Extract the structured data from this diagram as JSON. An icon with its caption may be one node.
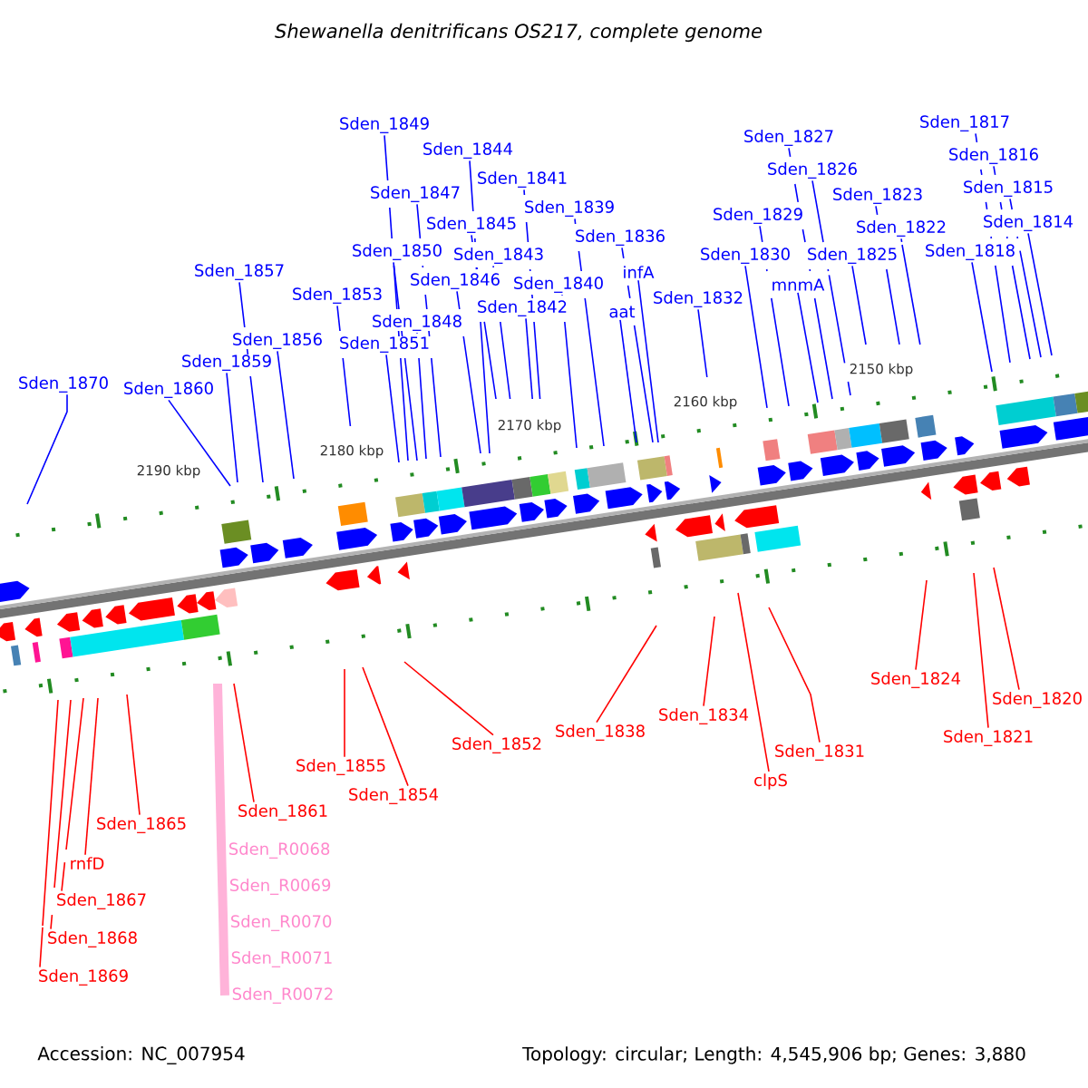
{
  "diagram": {
    "title": "Shewanella denitrificans OS217, complete genome",
    "nodes": [
      {
        "text": [
          "Sden_1817"
        ]
      },
      {
        "text": [
          "Sden_1849"
        ]
      },
      {
        "text": [
          "Sden_1827"
        ]
      },
      {
        "text": [
          "Sden_1844"
        ]
      },
      {
        "text": [
          "Sden_1816"
        ]
      },
      {
        "text": [
          "Sden_1826"
        ]
      },
      {
        "text": [
          "Sden_1841"
        ]
      },
      {
        "text": [
          "Sden_1815"
        ]
      },
      {
        "text": [
          "Sden_1847"
        ]
      },
      {
        "text": [
          "Sden_1823"
        ]
      },
      {
        "text": [
          "Sden_1839"
        ]
      },
      {
        "text": [
          "Sden_1829"
        ]
      },
      {
        "text": [
          "Sden_1814"
        ]
      },
      {
        "text": [
          "Sden_1845"
        ]
      },
      {
        "text": [
          "Sden_1822"
        ]
      },
      {
        "text": [
          "Sden_1836"
        ]
      },
      {
        "text": [
          "Sden_1850"
        ]
      },
      {
        "text": [
          "Sden_1818"
        ]
      },
      {
        "text": [
          "Sden_1843"
        ]
      },
      {
        "text": [
          "Sden_1830"
        ]
      },
      {
        "text": [
          "Sden_1825"
        ]
      },
      {
        "text": [
          "Sden_1857"
        ]
      },
      {
        "text": [
          "infA"
        ]
      },
      {
        "text": [
          "Sden_1846"
        ]
      },
      {
        "text": [
          "Sden_1840"
        ]
      },
      {
        "text": [
          "mnmA"
        ]
      },
      {
        "text": [
          "Sden_1853"
        ]
      },
      {
        "text": [
          "Sden_1832"
        ]
      },
      {
        "text": [
          "Sden_1842"
        ]
      },
      {
        "text": [
          "aat"
        ]
      },
      {
        "text": [
          "Sden_1848"
        ]
      },
      {
        "text": [
          "Sden_1856"
        ]
      },
      {
        "text": [
          "Sden_1851"
        ]
      },
      {
        "text": [
          "Sden_1859"
        ]
      },
      {
        "text": [
          "Sden_1870"
        ]
      },
      {
        "text": [
          "Sden_1860"
        ]
      },
      {
        "text": [
          "Sden_1824"
        ]
      },
      {
        "text": [
          "Sden_1820"
        ]
      },
      {
        "text": [
          "Sden_1834"
        ]
      },
      {
        "text": [
          "Sden_1838"
        ]
      },
      {
        "text": [
          "Sden_1821"
        ]
      },
      {
        "text": [
          "Sden_1852"
        ]
      },
      {
        "text": [
          "Sden_1831"
        ]
      },
      {
        "text": [
          "Sden_1855"
        ]
      },
      {
        "text": [
          "clpS"
        ]
      },
      {
        "text": [
          "Sden_1854"
        ]
      },
      {
        "text": [
          "Sden_1861"
        ]
      },
      {
        "text": [
          "Sden_1865"
        ]
      },
      {
        "text": [
          "Sden_R0068"
        ]
      },
      {
        "text": [
          "rnfD"
        ]
      },
      {
        "text": [
          "Sden_R0069"
        ]
      },
      {
        "text": [
          "Sden_1867"
        ]
      },
      {
        "text": [
          "Sden_R0070"
        ]
      },
      {
        "text": [
          "Sden_1868"
        ]
      },
      {
        "text": [
          "Sden_R0071"
        ]
      },
      {
        "text": [
          "Sden_1869"
        ]
      },
      {
        "text": [
          "Sden_R0072"
        ]
      }
    ],
    "edges": [
      {
        "from": 0,
        "to": null,
        "arrow": "none"
      },
      {
        "from": 1,
        "to": null,
        "arrow": "none"
      },
      {
        "from": 2,
        "to": null,
        "arrow": "none"
      },
      {
        "from": 3,
        "to": null,
        "arrow": "none"
      },
      {
        "from": 4,
        "to": null,
        "arrow": "none"
      },
      {
        "from": 5,
        "to": null,
        "arrow": "none"
      },
      {
        "from": 6,
        "to": null,
        "arrow": "none"
      },
      {
        "from": 7,
        "to": null,
        "arrow": "none"
      },
      {
        "from": 8,
        "to": null,
        "arrow": "none"
      },
      {
        "from": 9,
        "to": null,
        "arrow": "none"
      },
      {
        "from": 10,
        "to": null,
        "arrow": "none"
      },
      {
        "from": 11,
        "to": null,
        "arrow": "none"
      },
      {
        "from": 12,
        "to": null,
        "arrow": "none"
      },
      {
        "from": 13,
        "to": null,
        "arrow": "none"
      },
      {
        "from": 14,
        "to": null,
        "arrow": "none"
      },
      {
        "from": 15,
        "to": null,
        "arrow": "none"
      },
      {
        "from": 16,
        "to": null,
        "arrow": "none"
      },
      {
        "from": 17,
        "to": null,
        "arrow": "none"
      },
      {
        "from": 18,
        "to": null,
        "arrow": "none"
      },
      {
        "from": 19,
        "to": null,
        "arrow": "none"
      },
      {
        "from": 20,
        "to": null,
        "arrow": "none"
      },
      {
        "from": 21,
        "to": null,
        "arrow": "none"
      },
      {
        "from": 22,
        "to": null,
        "arrow": "none"
      },
      {
        "from": 23,
        "to": null,
        "arrow": "none"
      },
      {
        "from": 24,
        "to": null,
        "arrow": "none"
      },
      {
        "from": 25,
        "to": null,
        "arrow": "none"
      },
      {
        "from": 26,
        "to": null,
        "arrow": "none"
      },
      {
        "from": 27,
        "to": null,
        "arrow": "none"
      },
      {
        "from": 28,
        "to": null,
        "arrow": "none"
      },
      {
        "from": 29,
        "to": null,
        "arrow": "none"
      },
      {
        "from": 30,
        "to": null,
        "arrow": "none"
      },
      {
        "from": 31,
        "to": null,
        "arrow": "none"
      },
      {
        "from": 32,
        "to": null,
        "arrow": "none"
      },
      {
        "from": 33,
        "to": null,
        "arrow": "none"
      },
      {
        "from": 34,
        "to": null,
        "arrow": "none"
      },
      {
        "from": 35,
        "to": null,
        "arrow": "none"
      },
      {
        "from": 36,
        "to": null,
        "arrow": "none",
        "color": "#ff0000"
      },
      {
        "from": 37,
        "to": null,
        "arrow": "none",
        "color": "#ff0000"
      },
      {
        "from": 38,
        "to": null,
        "arrow": "none",
        "color": "#ff0000"
      },
      {
        "from": 39,
        "to": null,
        "arrow": "none",
        "color": "#ff0000"
      },
      {
        "from": 40,
        "to": null,
        "arrow": "none",
        "color": "#ff0000"
      },
      {
        "from": 41,
        "to": null,
        "arrow": "none",
        "color": "#ff0000"
      },
      {
        "from": 42,
        "to": null,
        "arrow": "none",
        "color": "#ff0000"
      },
      {
        "from": 43,
        "to": null,
        "arrow": "none",
        "color": "#ff0000"
      },
      {
        "from": 44,
        "to": null,
        "arrow": "none",
        "color": "#ff0000"
      },
      {
        "from": 45,
        "to": null,
        "arrow": "none",
        "color": "#ff0000"
      },
      {
        "from": 46,
        "to": null,
        "arrow": "none",
        "color": "#ff0000"
      },
      {
        "from": 47,
        "to": null,
        "arrow": "none",
        "color": "#ff0000"
      },
      {
        "from": 48,
        "to": null,
        "arrow": "none",
        "color": "#ffb3d9",
        "style": "thick"
      },
      {
        "from": 49,
        "to": null,
        "arrow": "none",
        "color": "#ff0000"
      },
      {
        "from": 50,
        "to": null,
        "arrow": "none",
        "color": "#ffb3d9",
        "style": "thick"
      },
      {
        "from": 51,
        "to": null,
        "arrow": "none",
        "color": "#ff0000"
      },
      {
        "from": 52,
        "to": null,
        "arrow": "none",
        "color": "#ffb3d9",
        "style": "thick"
      },
      {
        "from": 53,
        "to": null,
        "arrow": "none",
        "color": "#ff0000"
      },
      {
        "from": 54,
        "to": null,
        "arrow": "none",
        "color": "#ffb3d9",
        "style": "thick"
      },
      {
        "from": 55,
        "to": null,
        "arrow": "none",
        "color": "#ff0000"
      },
      {
        "from": 56,
        "to": null,
        "arrow": "none",
        "color": "#ffb3d9",
        "style": "thick"
      }
    ],
    "labels": [
      "2150 kbp",
      "2160 kbp",
      "2170 kbp",
      "2180 kbp",
      "2190 kbp",
      "Accession: NC_007954",
      "Topology: circular; Length: 4,545,906 bp; Genes: 3,880"
    ]
  }
}
